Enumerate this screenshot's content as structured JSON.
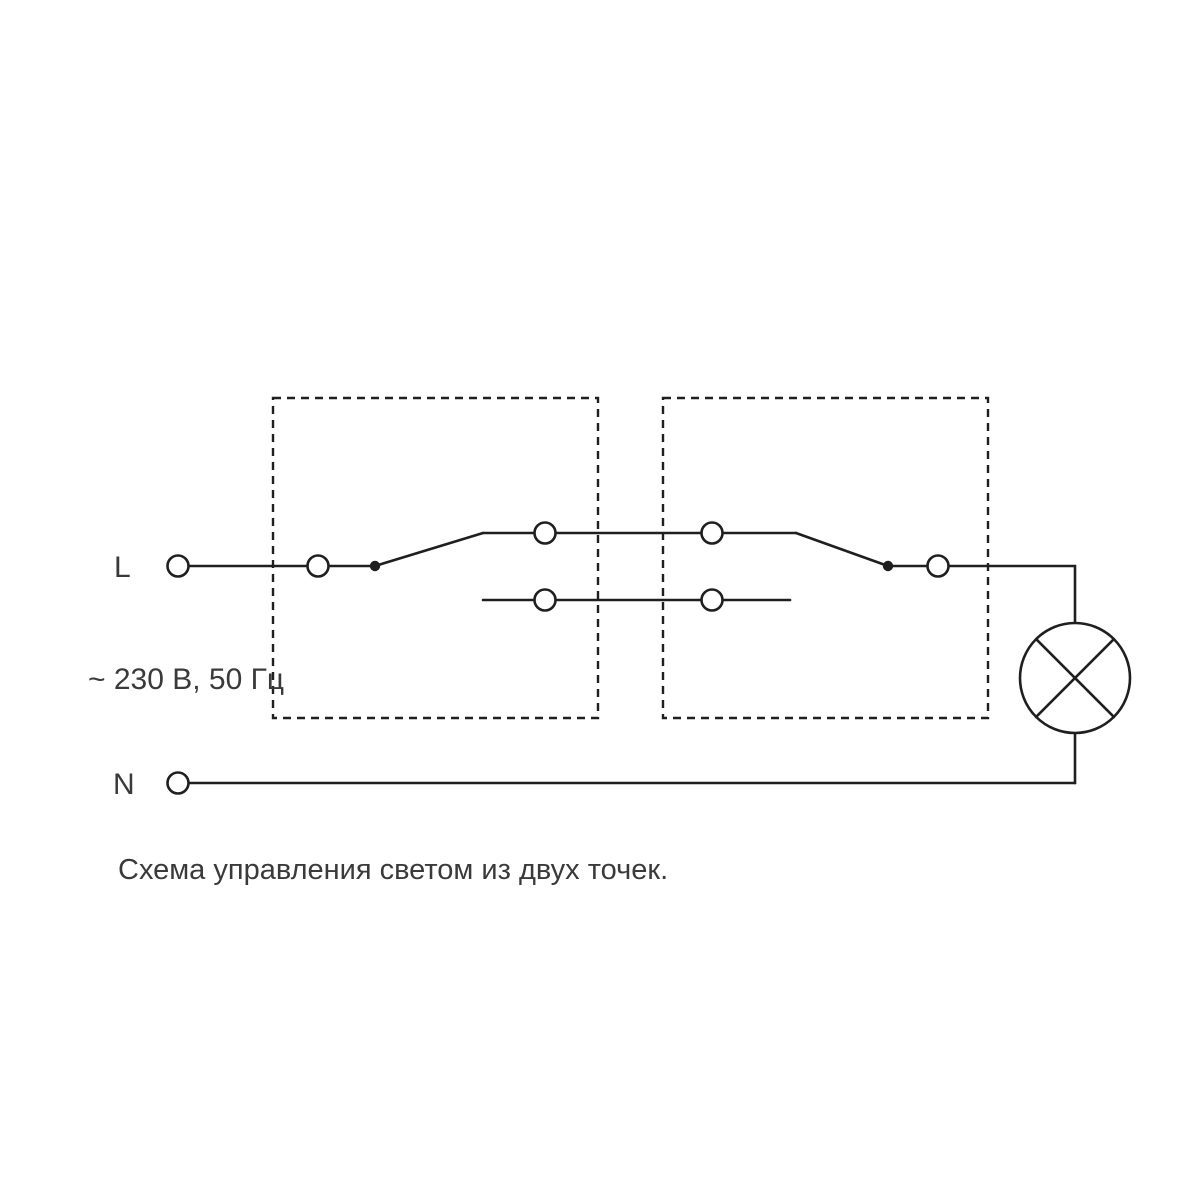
{
  "diagram": {
    "labels": {
      "line": "L",
      "neutral": "N",
      "voltage": "~ 230 В, 50 Гц",
      "caption": "Схема управления светом из двух точек."
    },
    "colors": {
      "stroke": "#1f1f1f",
      "text": "#3a3a3a",
      "background": "#ffffff"
    }
  }
}
